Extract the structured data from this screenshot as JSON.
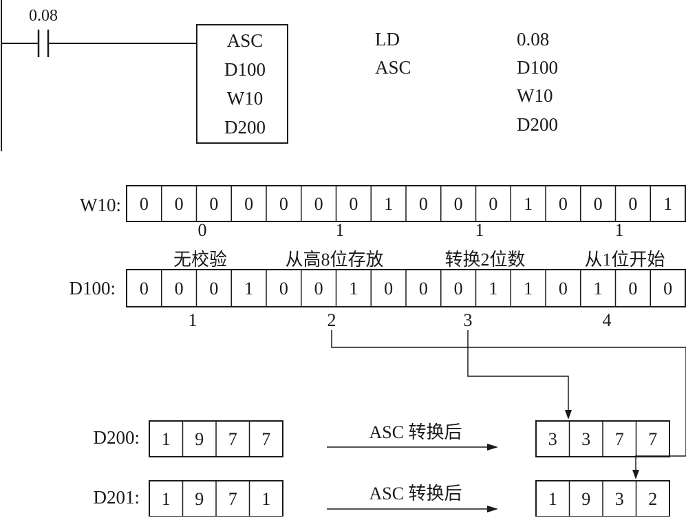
{
  "ladder": {
    "contact_address": "0.08",
    "box_lines": [
      "ASC",
      "D100",
      "W10",
      "D200"
    ]
  },
  "mnemonic": {
    "instr": [
      "LD",
      "ASC"
    ],
    "operands": [
      "0.08",
      "D100",
      "W10",
      "D200"
    ]
  },
  "w10": {
    "label": "W10:",
    "bits": [
      "0",
      "0",
      "0",
      "0",
      "0",
      "0",
      "0",
      "1",
      "0",
      "0",
      "0",
      "1",
      "0",
      "0",
      "0",
      "1"
    ],
    "digit_values": [
      "0",
      "1",
      "1",
      "1"
    ]
  },
  "d100": {
    "label": "D100:",
    "bits": [
      "0",
      "0",
      "0",
      "1",
      "0",
      "0",
      "1",
      "0",
      "0",
      "0",
      "1",
      "1",
      "0",
      "1",
      "0",
      "0"
    ],
    "meanings": [
      "无校验",
      "从高8位存放",
      "转换2位数",
      "从1位开始"
    ],
    "digit_values": [
      "1",
      "2",
      "3",
      "4"
    ]
  },
  "d200": {
    "label": "D200:",
    "before": [
      "1",
      "9",
      "7",
      "7"
    ],
    "after": [
      "3",
      "3",
      "7",
      "7"
    ]
  },
  "d201": {
    "label": "D201:",
    "before": [
      "1",
      "9",
      "7",
      "1"
    ],
    "after": [
      "1",
      "9",
      "3",
      "2"
    ]
  },
  "arrow_label": "ASC 转换后"
}
